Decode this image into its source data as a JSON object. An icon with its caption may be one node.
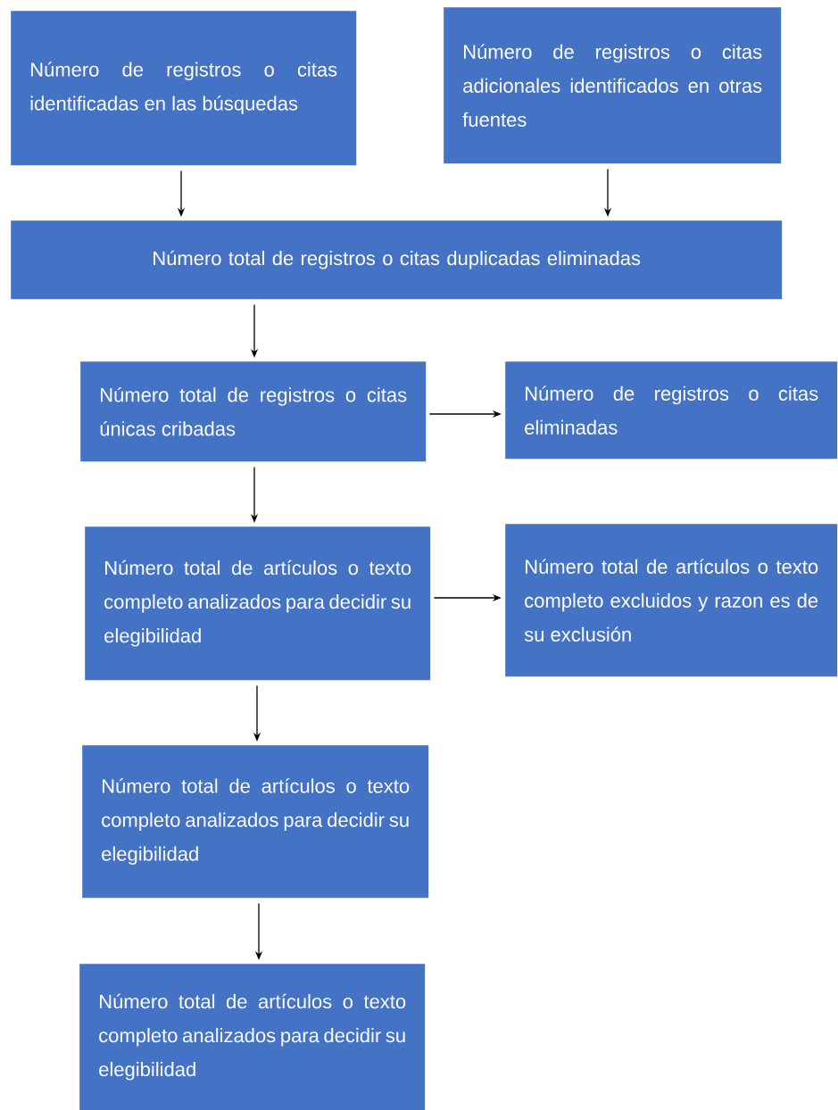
{
  "diagram": {
    "nodes": [
      {
        "text": [
          "Número de registros o citas identificadas en las búsquedas"
        ]
      },
      {
        "text": [
          "Número de registros o citas adicionales identificados en otras fuentes"
        ]
      },
      {
        "text": [
          "Número total de registros o citas duplicadas eliminadas"
        ]
      },
      {
        "text": [
          "Número total de registros o citas únicas cribadas"
        ]
      },
      {
        "text": [
          "Número de registros o citas eliminadas"
        ]
      },
      {
        "text": [
          "Número total de artículos o texto completo analizados para decidir su elegibilidad"
        ]
      },
      {
        "text": [
          "Número total de artículos o texto completo excluidos y razon es de su exclusión"
        ]
      },
      {
        "text": [
          "Número total de artículos o texto completo analizados para decidir su elegibilidad"
        ]
      },
      {
        "text": [
          "Número total de artículos o texto completo analizados para decidir su elegibilidad"
        ]
      }
    ],
    "edges": [
      {
        "from": 0,
        "to": 2,
        "arrow": "to"
      },
      {
        "from": 1,
        "to": 2,
        "arrow": "to"
      },
      {
        "from": 2,
        "to": 3,
        "arrow": "to"
      },
      {
        "from": 3,
        "to": 4,
        "arrow": "to"
      },
      {
        "from": 3,
        "to": 5,
        "arrow": "to"
      },
      {
        "from": 5,
        "to": 6,
        "arrow": "to"
      },
      {
        "from": 5,
        "to": 7,
        "arrow": "to"
      },
      {
        "from": 7,
        "to": 8,
        "arrow": "to"
      }
    ]
  }
}
